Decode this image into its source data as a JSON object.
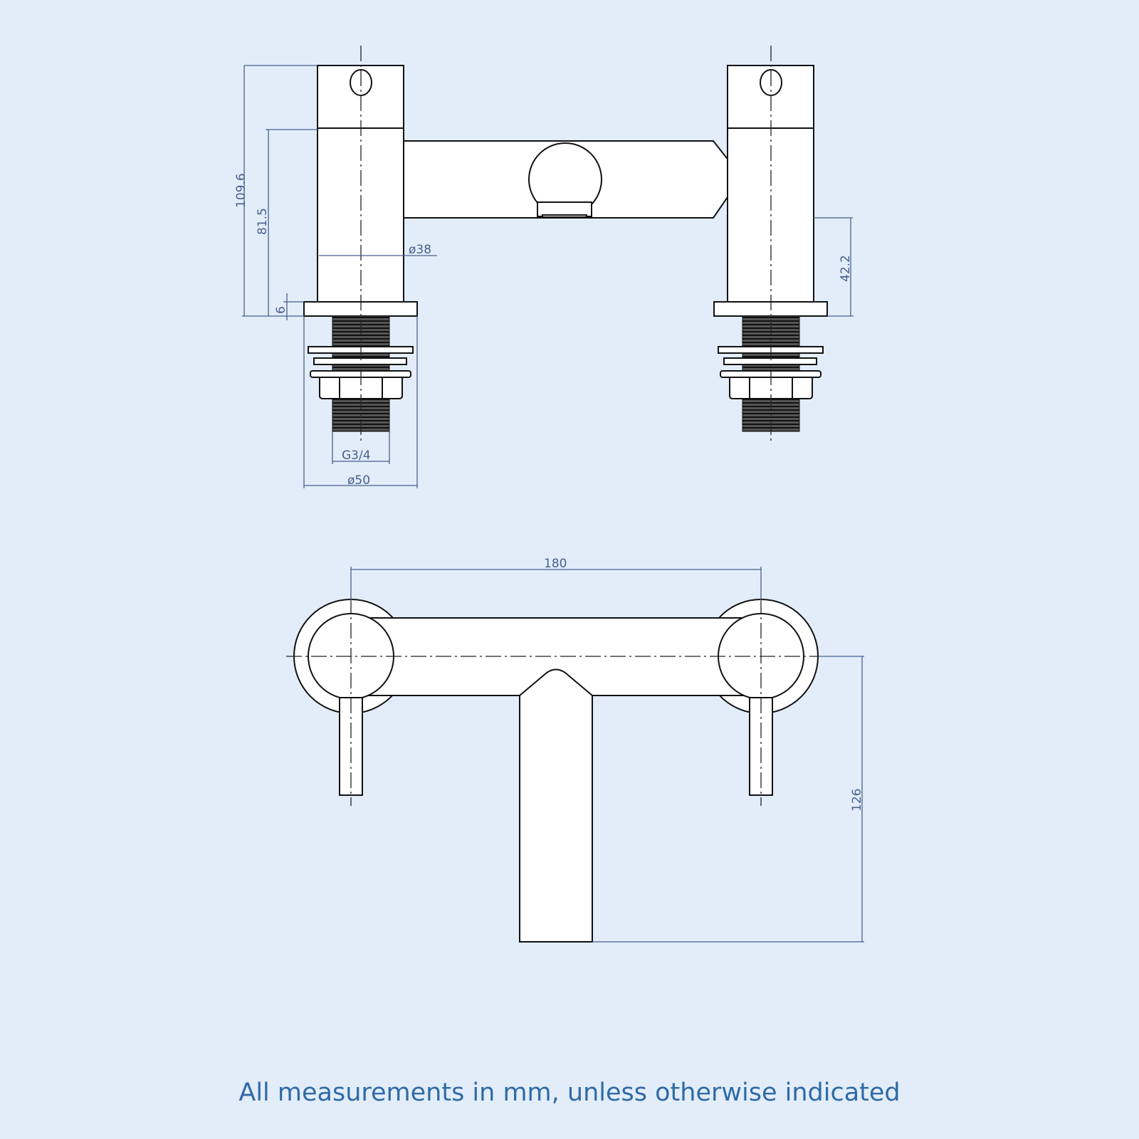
{
  "drawing": {
    "front_view": {
      "dimensions": {
        "overall_height": "109.6",
        "body_height": "81.5",
        "base_thickness": "6",
        "body_diameter": "ø38",
        "spout_height": "42.2",
        "thread": "G3/4",
        "base_diameter": "ø50"
      }
    },
    "top_view": {
      "dimensions": {
        "centres": "180",
        "spout_projection": "126"
      }
    },
    "line_color": "#111111",
    "dimension_color": "#4a5f8f"
  },
  "footer": {
    "note": "All measurements in mm, unless otherwise indicated"
  }
}
